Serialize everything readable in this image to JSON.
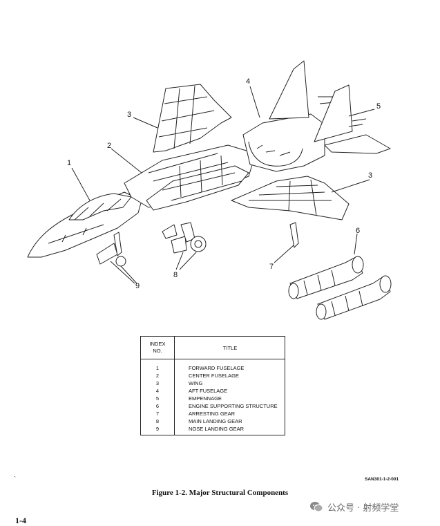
{
  "figure": {
    "callouts": [
      "1",
      "2",
      "3",
      "4",
      "5",
      "3",
      "6",
      "7",
      "8",
      "9"
    ],
    "table": {
      "header_index": "INDEX\nNO.",
      "header_title": "TITLE",
      "rows": [
        {
          "index": "1",
          "title": "FORWARD FUSELAGE"
        },
        {
          "index": "2",
          "title": "CENTER FUSELAGE"
        },
        {
          "index": "3",
          "title": "WING"
        },
        {
          "index": "4",
          "title": "AFT FUSELAGE"
        },
        {
          "index": "5",
          "title": "EMPENNAGE"
        },
        {
          "index": "6",
          "title": "ENGINE SUPPORTING STRUCTURE"
        },
        {
          "index": "7",
          "title": "ARRESTING GEAR"
        },
        {
          "index": "8",
          "title": "MAIN LANDING GEAR"
        },
        {
          "index": "9",
          "title": "NOSE LANDING GEAR"
        }
      ]
    },
    "figure_id": "SAN301-1-2-001",
    "caption": "Figure 1-2. Major Structural Components"
  },
  "page": {
    "tick_mark": "`",
    "number": "1-4"
  },
  "watermark": {
    "text": "公众号 · 射频学堂",
    "icon": "wechat-icon",
    "color": "#666666"
  }
}
